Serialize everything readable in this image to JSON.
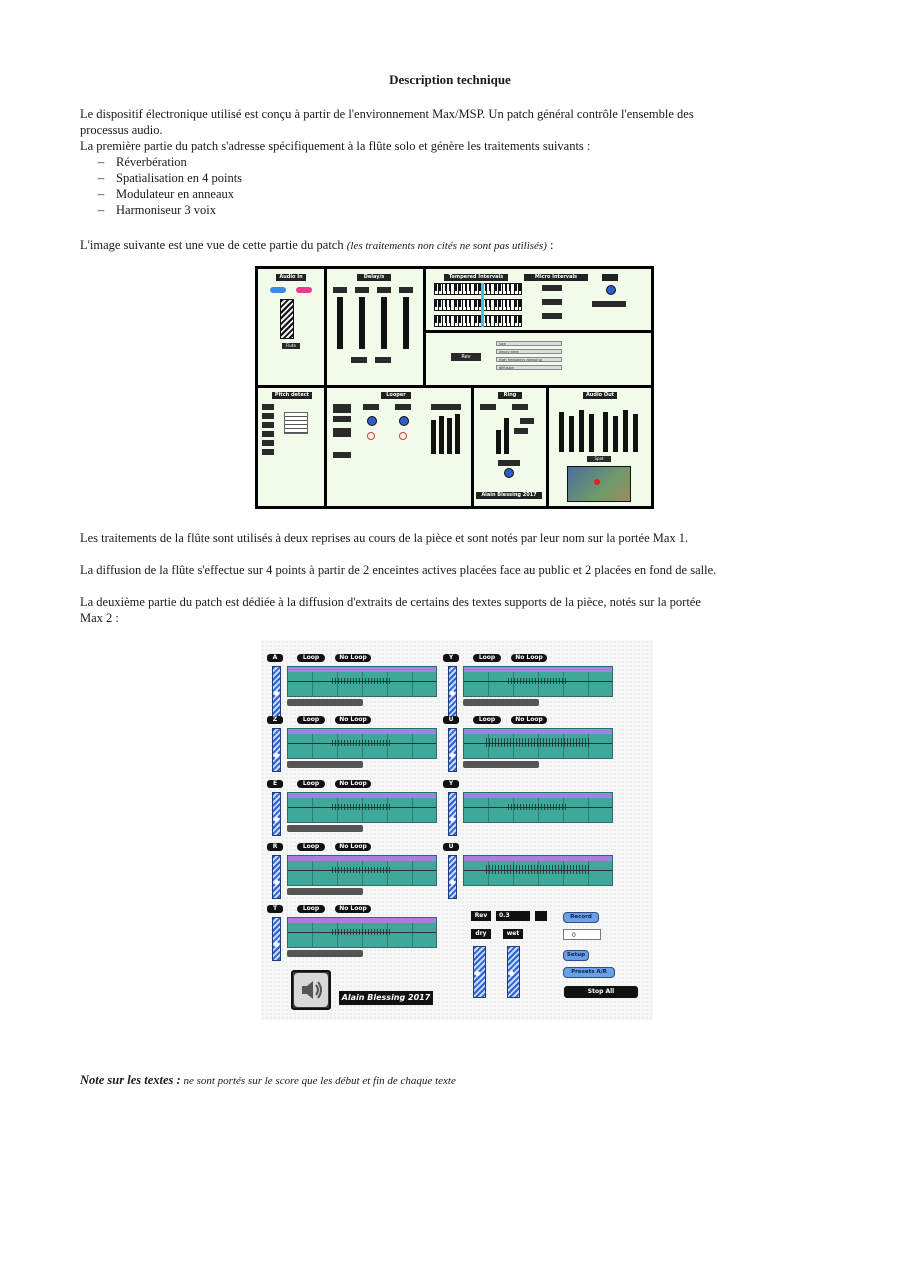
{
  "title": "Description technique",
  "intro": {
    "p1_line1": "Le dispositif électronique utilisé est conçu à partir de l'environnement Max/MSP. Un patch général contrôle l'ensemble des",
    "p1_line2": "processus audio.",
    "p2": "La première partie du patch s'adresse spécifiquement à la flûte solo et génère les traitements suivants :",
    "bullets": [
      "Réverbération",
      "Spatialisation en 4 points",
      "Modulateur en anneaux",
      "Harmoniseur 3 voix"
    ]
  },
  "image_intro": {
    "text": "L'image suivante est une vue de cette partie du patch",
    "note": "(les traitements non cités ne sont pas utilisés)",
    "suffix": " :"
  },
  "figure1": {
    "panels": {
      "audio_in": "Audio In",
      "delays": "Delay/s",
      "tempered": "Tempered Intervals",
      "micro": "Micro Intervals",
      "pitch": "Pitch detect",
      "looper": "Looper",
      "ring": "Ring",
      "audio_out": "Audio Out"
    },
    "flute_label": "Flute",
    "rev_label": "Rev",
    "spat_label": "Spat",
    "credit": "Alain Blessing 2017",
    "rev_fields": [
      "size",
      "decay time",
      "high frequency damping",
      "diffusion"
    ]
  },
  "after_fig1": {
    "p1": "Les traitements de la flûte sont utilisés à deux reprises au cours de la pièce et sont notés par leur nom sur la portée Max 1.",
    "p2": "La diffusion de la flûte s'effectue sur 4 points à partir de 2 enceintes actives placées face au public et 2 placées en fond de salle.",
    "p3_line1": "La deuxième partie du patch est dédiée à la diffusion d'extraits de certains des textes supports de la pièce, notés sur la portée",
    "p3_line2": "Max 2 :"
  },
  "figure2": {
    "loop_label": "Loop",
    "noloop_label": "No Loop",
    "tracks_left": [
      "A",
      "Z",
      "E",
      "R",
      "T"
    ],
    "tracks_right": [
      "Y",
      "U",
      "Y",
      "U"
    ],
    "rev_label": "Rev",
    "rev_value": "0.3",
    "dry_label": "dry",
    "wet_label": "wet",
    "record_label": "Record",
    "value_box": "0",
    "setup_label": "Setup",
    "presets_label": "Presets A/R",
    "stop_label": "Stop All",
    "credit": "Alain Blessing 2017"
  },
  "note": {
    "label": "Note sur les textes :",
    "text": " ne sont portés sur le score que les début et fin de chaque texte"
  },
  "colors": {
    "panel_bg": "#f2fbe9",
    "waveform": "#3fa89a",
    "waveform_header": "#a77fe0",
    "slider_blue": "#2a63d6"
  }
}
